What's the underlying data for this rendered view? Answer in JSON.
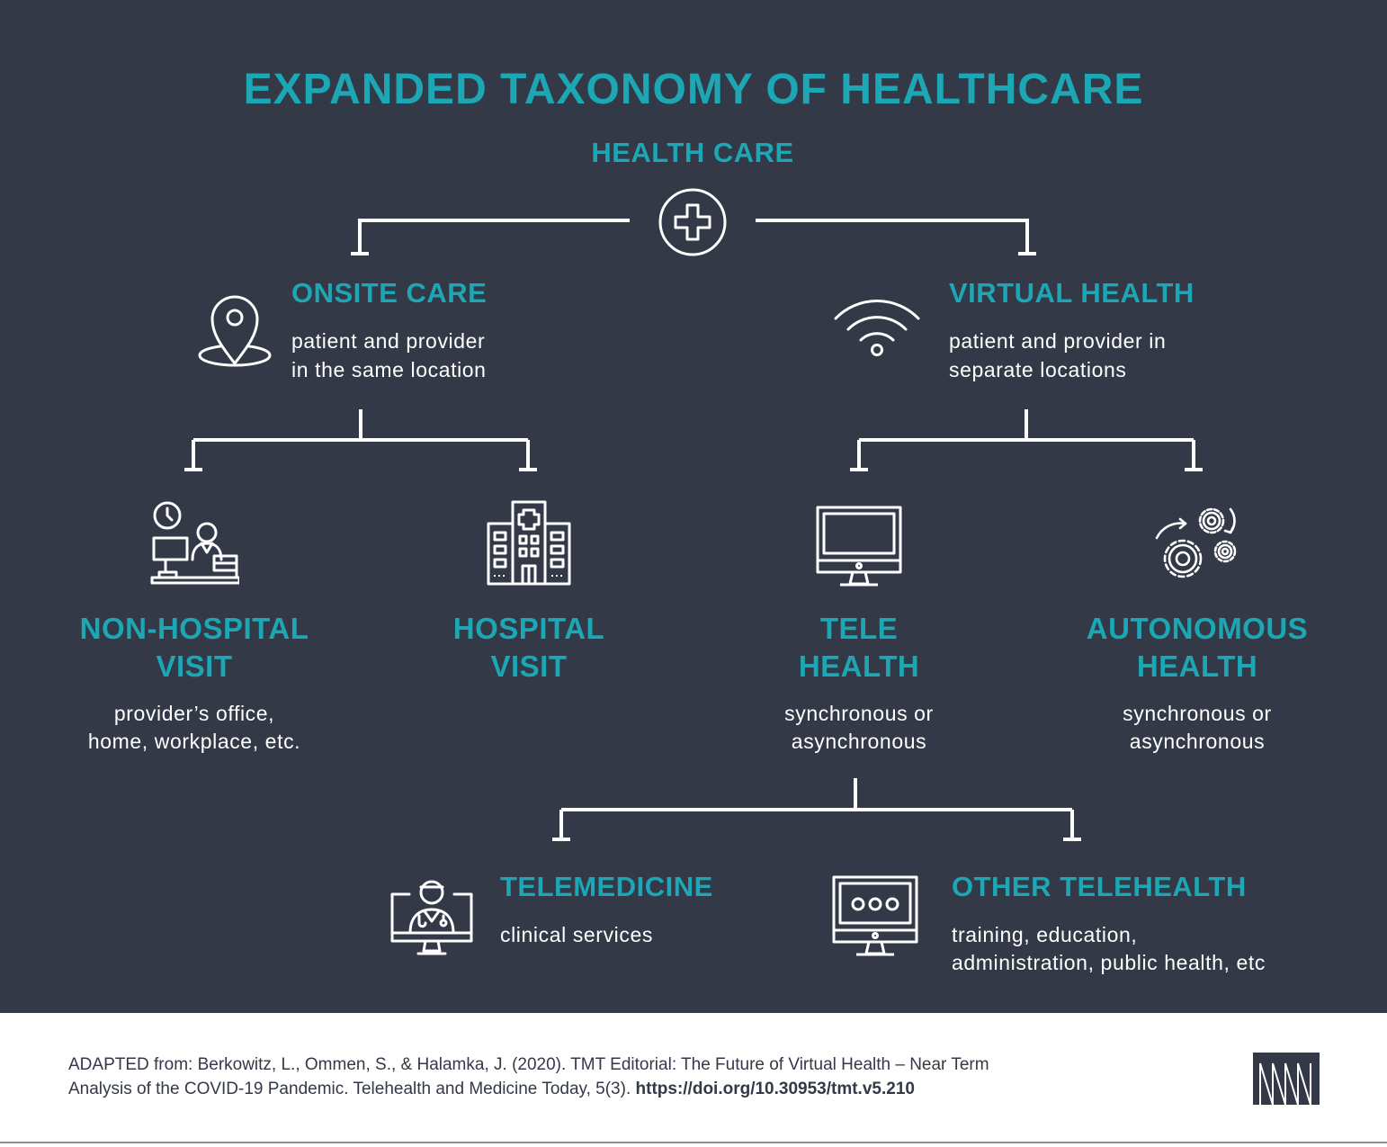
{
  "title": "EXPANDED TAXONOMY OF HEALTHCARE",
  "root": {
    "label": "HEALTH CARE",
    "icon": "medical-cross-icon"
  },
  "onsite": {
    "title": "ONSITE CARE",
    "desc1": "patient and provider",
    "desc2": "in the same location",
    "icon": "location-pin-icon"
  },
  "virtual": {
    "title": "VIRTUAL HEALTH",
    "desc1": "patient and provider in",
    "desc2": "separate locations",
    "icon": "wifi-icon"
  },
  "non_hospital": {
    "title1": "NON-HOSPITAL",
    "title2": "VISIT",
    "desc1": "provider’s office,",
    "desc2": "home, workplace, etc.",
    "icon": "office-worker-icon"
  },
  "hospital": {
    "title1": "HOSPITAL",
    "title2": "VISIT",
    "icon": "hospital-building-icon"
  },
  "tele": {
    "title1": "TELE",
    "title2": "HEALTH",
    "desc1": "synchronous or",
    "desc2": "asynchronous",
    "icon": "computer-monitor-icon"
  },
  "autonomous": {
    "title1": "AUTONOMOUS",
    "title2": "HEALTH",
    "desc1": "synchronous or",
    "desc2": "asynchronous",
    "icon": "gears-icon"
  },
  "telemedicine": {
    "title": "TELEMEDICINE",
    "desc1": "clinical services",
    "icon": "doctor-on-screen-icon"
  },
  "other": {
    "title": "OTHER TELEHEALTH",
    "desc1": "training, education,",
    "desc2": "administration, public health, etc",
    "icon": "monitor-dots-icon"
  },
  "footer": {
    "line1": "ADAPTED from: Berkowitz, L., Ommen, S., & Halamka, J. (2020). TMT Editorial: The Future of Virtual Health – Near Term",
    "line2": "Analysis of the COVID-19 Pandemic. Telehealth and Medicine Today, 5(3).",
    "link": "https://doi.org/10.30953/tmt.v5.210",
    "logo_icon": "publisher-logo-icon"
  },
  "colors": {
    "background": "#333947",
    "accent": "#1da6b4",
    "text": "#ffffff",
    "footer_bg": "#ffffff"
  }
}
